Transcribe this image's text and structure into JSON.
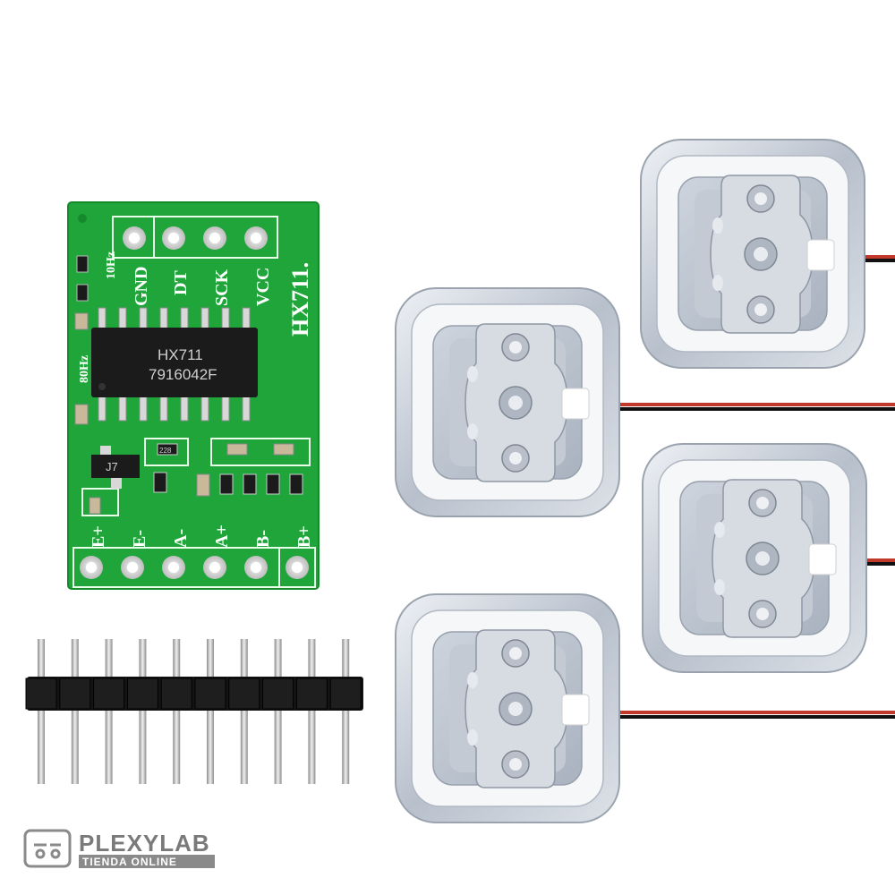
{
  "module": {
    "title": "HX711.",
    "chip_line1": "HX711",
    "chip_line2": "7916042F",
    "freq_10": "10Hz",
    "freq_80": "80Hz",
    "top_pins": [
      "GND",
      "DT",
      "SCK",
      "VCC"
    ],
    "bottom_pins": [
      "E+",
      "E-",
      "A-",
      "A+",
      "B-",
      "B+"
    ],
    "transistor_code": "J7",
    "small_code": "228"
  },
  "pin_header": {
    "pin_count": 10
  },
  "load_cells": {
    "count": 4,
    "wire_colors": [
      "#c0392b",
      "#111111",
      "#ffffff"
    ]
  },
  "watermark": {
    "brand": "PLEXYLAB",
    "subtitle": "TIENDA ONLINE"
  },
  "colors": {
    "pcb": "#1fa53a",
    "pcb_dark": "#168a2e",
    "chip": "#1b1b1b",
    "metal": "#c9d0da"
  }
}
